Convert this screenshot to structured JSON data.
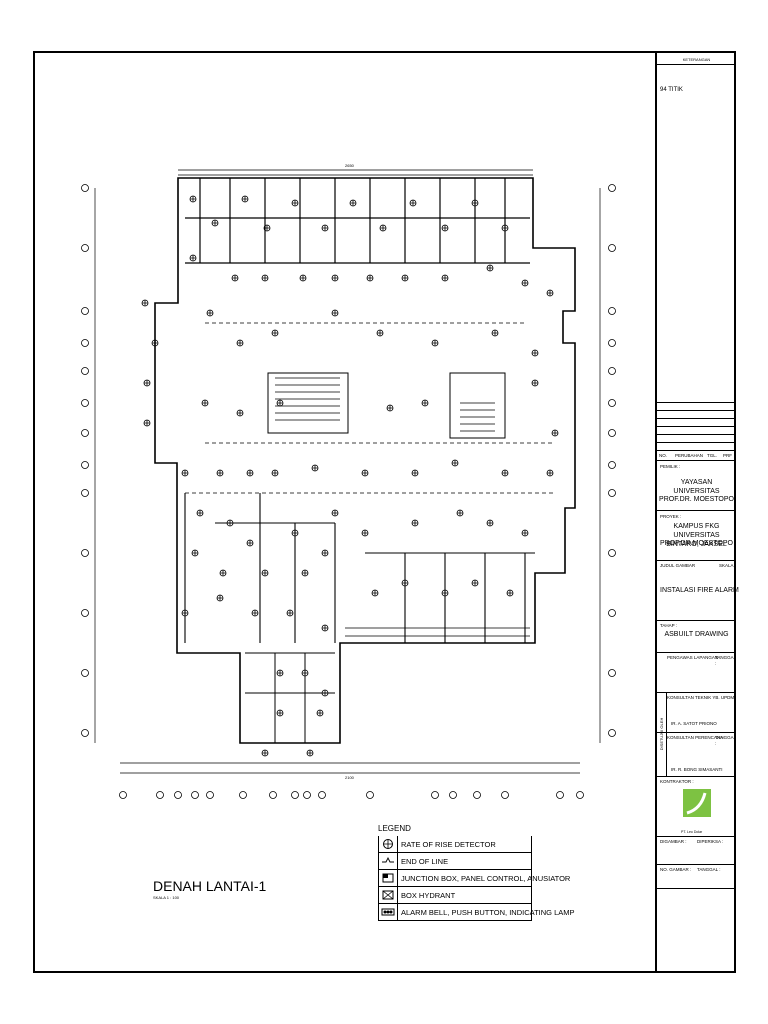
{
  "drawing": {
    "title": "DENAH LANTAI-1",
    "scale": "SKALA 1 : 100",
    "total_width_dim": "2650",
    "bottom_total_dim": "2100"
  },
  "legend": {
    "header": "LEGEND",
    "items": [
      {
        "icon": "rate-of-rise-detector-icon",
        "label": "RATE OF RISE DETECTOR"
      },
      {
        "icon": "end-of-line-icon",
        "label": "END OF LINE"
      },
      {
        "icon": "junction-box-icon",
        "label": "JUNCTION BOX, PANEL CONTROL, ANUSIATOR"
      },
      {
        "icon": "box-hydrant-icon",
        "label": "BOX HYDRANT"
      },
      {
        "icon": "alarm-bell-icon",
        "label": "ALARM BELL, PUSH BUTTON, INDICATING LAMP"
      }
    ]
  },
  "title_block": {
    "keterangan_label": "KETERANGAN",
    "titik": "94 TITIK",
    "revision_headers": [
      "NO.",
      "PERUBAHAN",
      "TGL.",
      "PRF"
    ],
    "pemilik_label": "PEMILIK :",
    "pemilik_lines": [
      "YAYASAN",
      "UNIVERSITAS PROF.DR. MOESTOPO"
    ],
    "proyek_label": "PROYEK :",
    "proyek_lines": [
      "KAMPUS FKG",
      "UNIVERSITAS PROF.DR.MOESTOPO",
      "BINTARO, JAKSEL"
    ],
    "judul_label": "JUDUL GAMBAR",
    "skala_label": "SKALA",
    "judul_value": "INSTALASI FIRE ALARM",
    "tahap_label": "TAHAP :",
    "tahap_value": "ASBUILT DRAWING",
    "pengawas_label": "PENGAWAS LAPANGAN :",
    "tanggal_label": "TANGGAL :",
    "konsultan_mk_label": "KONSULTAN TEKNIK YB. UPDM",
    "konsultan_mk_name": "IR. A. SATOT PRIONO",
    "konsultan_perencana_label": "KONSULTAN PERENCANA",
    "konsultan_perencana_name": "IR. R. BONG SIMASANTI",
    "side_label": "DISETUJUI OLEH",
    "kontraktor_label": "KONTRAKTOR :",
    "kontraktor_name": "PT. Leo Dolar",
    "digambar_label": "DIGAMBAR :",
    "diperiksa_label": "DIPERIKSA :",
    "no_gambar_label": "NO. GAMBAR :",
    "tanggal2_label": "TANGGAL :"
  },
  "colors": {
    "line": "#000000",
    "logo_green": "#7dc242"
  }
}
